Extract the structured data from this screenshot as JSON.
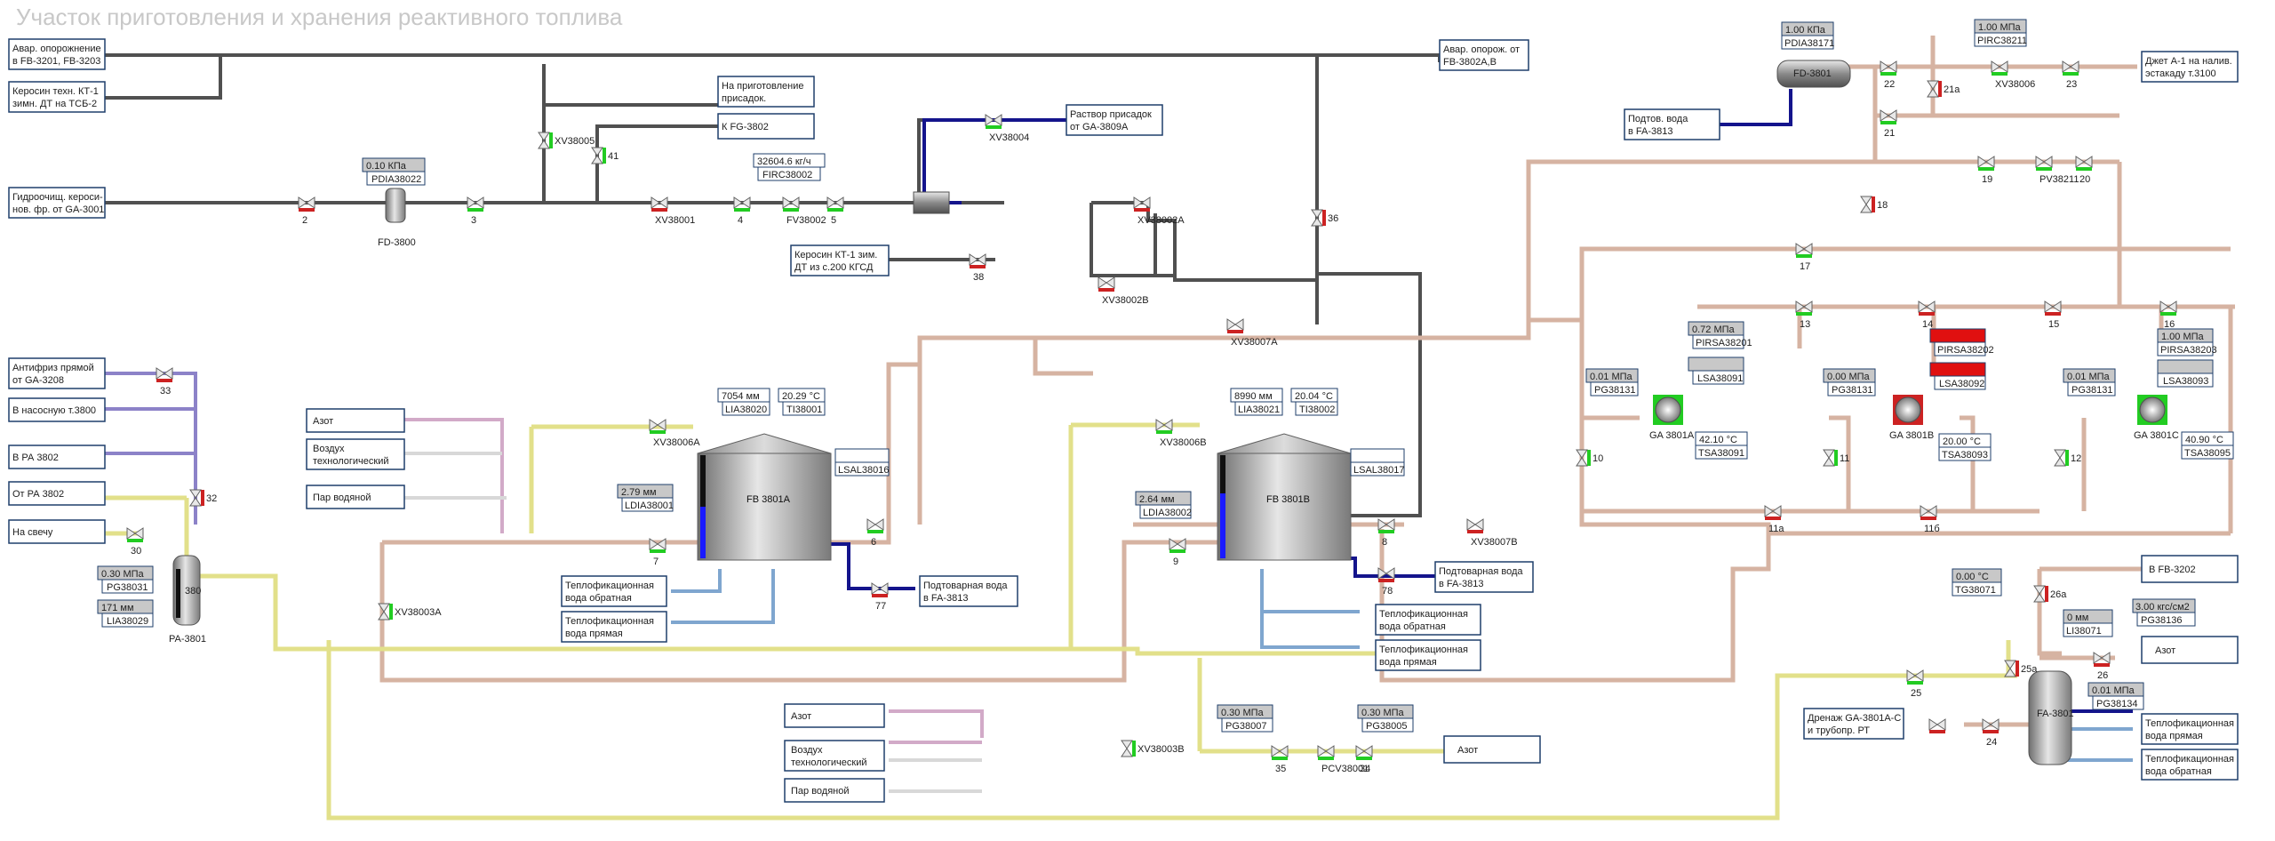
{
  "title": "Участок приготовления и хранения реактивного топлива",
  "colors": {
    "dark_pipe": "#505050",
    "salmon_pipe": "#d6b3a2",
    "yellow_pipe": "#e2e08a",
    "navy_pipe": "#14148c",
    "blue_pipe": "#7fa6cf",
    "alarm": "#e01010",
    "valve_ok": "#22cc22",
    "valve_closed": "#cc2222"
  },
  "boxes": {
    "avar_fb3201_l1": "Авар. опорожнение",
    "avar_fb3201_l2": "в FB-3201, FB-3203",
    "kerosin_kt1_l1": "Керосин техн. КТ-1",
    "kerosin_kt1_l2": "зимн. ДТ на ТСБ-2",
    "hydro_l1": "Гидроочищ. кероси-",
    "hydro_l2": "нов. фр. от GA-3001",
    "prisad_l1": "На приготовление",
    "prisad_l2": "присадок.",
    "k_fg3802": "К FG-3802",
    "rastvor_l1": "Раствор присадок",
    "rastvor_l2": "от GA-3809А",
    "avar_from_l1": "Авар. опорож. от",
    "avar_from_l2": "FB-3802A,B",
    "kerosin200_l1": "Керосин КТ-1 зим.",
    "kerosin200_l2": "ДТ из с.200 КГСД",
    "antifriz_l1": "Антифриз прямой",
    "antifriz_l2": "от GA-3208",
    "nasos3800": "В насосную т.3800",
    "pa3802": "В РА 3802",
    "ot_pa3802": "От РА 3802",
    "svecha": "На свечу",
    "azot_a": "Азот",
    "air_a_l1": "Воздух",
    "air_a_l2": "технологический",
    "steam_a": "Пар водяной",
    "teplo_a1_l1": "Теплофикационная",
    "teplo_a1_l2": "вода обратная",
    "teplo_a2_l1": "Теплофикационная",
    "teplo_a2_l2": "вода прямая",
    "podtov_a_l1": "Подтоварная вода",
    "podtov_a_l2": "в FA-3813",
    "azot_b": "Азот",
    "air_b_l1": "Воздух",
    "air_b_l2": "технологический",
    "steam_b": "Пар водяной",
    "podtov_b_l1": "Подтоварная вода",
    "podtov_b_l2": "в FA-3813",
    "teplo_b1_l1": "Теплофикационная",
    "teplo_b1_l2": "вода обратная",
    "teplo_b2_l1": "Теплофикационная",
    "teplo_b2_l2": "вода прямая",
    "azot_pcv": "Азот",
    "podtov_fd_l1": "Подтов. вода",
    "podtov_fd_l2": "в FA-3813",
    "jet_l1": "Джет А-1 на налив.",
    "jet_l2": "эстакаду т.3100",
    "fb3202": "В FB-3202",
    "azot_fa": "Азот",
    "drenazh_l1": "Дренаж GA-3801A-C",
    "drenazh_l2": "и трубопр. РТ",
    "teplo_fa1_l1": "Теплофикационная",
    "teplo_fa1_l2": "вода прямая",
    "teplo_fa2_l1": "Теплофикационная",
    "teplo_fa2_l2": "вода обратная"
  },
  "instruments": {
    "pdia38022_val": "0.10 КПа",
    "pdia38022_tag": "PDIA38022",
    "firc38002_val": "32604.6 кг/ч",
    "firc38002_tag": "FIRC38002",
    "pg38031_val": "0.30 МПа",
    "pg38031_tag": "PG38031",
    "lia38029_val": "171 мм",
    "lia38029_tag": "LIA38029",
    "lia38020_val": "7054 мм",
    "lia38020_tag": "LIA38020",
    "ti38001_val": "20.29 °С",
    "ti38001_tag": "TI38001",
    "ldia38001_val": "2.79 мм",
    "ldia38001_tag": "LDIA38001",
    "lsal38016_tag": "LSAL38016",
    "lia38021_val": "8990 мм",
    "lia38021_tag": "LIA38021",
    "ti38002_val": "20.04 °С",
    "ti38002_tag": "TI38002",
    "ldia38002_val": "2.64 мм",
    "ldia38002_tag": "LDIA38002",
    "lsal38017_tag": "LSAL38017",
    "pg38007_val": "0.30 МПа",
    "pg38007_tag": "PG38007",
    "pg38005_val": "0.30 МПа",
    "pg38005_tag": "PG38005",
    "pdia38171_val": "1.00 КПа",
    "pdia38171_tag": "PDIA38171",
    "pirc38211_val": "1.00 МПа",
    "pirc38211_tag": "PIRC38211",
    "pirsa38201_val": "0.72 МПа",
    "pirsa38201_tag": "PIRSA38201",
    "lsa38091_tag": "LSA38091",
    "pirsa38202_tag": "PIRSA38202",
    "lsa38092_tag": "LSA38092",
    "pirsa38203_val": "1.00 МПа",
    "pirsa38203_tag": "PIRSA38203",
    "lsa38093_tag": "LSA38093",
    "pg38131a_val": "0.01 МПа",
    "pg38131a_tag": "PG38131",
    "pg38131b_val": "0.00 МПа",
    "pg38131b_tag": "PG38131",
    "pg38131c_val": "0.01 МПа",
    "pg38131c_tag": "PG38131",
    "tsa38091_val": "42.10 °С",
    "tsa38091_tag": "TSA38091",
    "tsa38093_val": "20.00 °С",
    "tsa38093_tag": "TSA38093",
    "tsa38095_val": "40.90 °С",
    "tsa38095_tag": "TSA38095",
    "tg38071_val": "0.00 °С",
    "tg38071_tag": "TG38071",
    "li38071_val": "0 мм",
    "li38071_tag": "LI38071",
    "pg38136_val": "3.00 кгс/см2",
    "pg38136_tag": "PG38136",
    "pg38134_val": "0.01 МПа",
    "pg38134_tag": "PG38134"
  },
  "equipment": {
    "fd3800": "FD-3800",
    "fd3801_body": "FD-3801",
    "fb3801a": "FB 3801A",
    "fb3801b": "FB 3801B",
    "fa3801": "FA-3801",
    "pa3801": "PA-3801",
    "pa3801_body": "380",
    "ga3801a": "GA 3801A",
    "ga3801b": "GA 3801B",
    "ga3801c": "GA 3801C"
  },
  "valves": {
    "v2": "2",
    "v3": "3",
    "v4": "4",
    "v5": "5",
    "v6": "6",
    "v7": "7",
    "v8": "8",
    "v9": "9",
    "v77": "77",
    "v78": "78",
    "v30": "30",
    "v32": "32",
    "v33": "33",
    "v34": "34",
    "v35": "35",
    "v36": "36",
    "v38": "38",
    "v41": "41",
    "v10": "10",
    "v11": "11",
    "v11a": "11а",
    "v11b": "11б",
    "v12": "12",
    "v13": "13",
    "v14": "14",
    "v15": "15",
    "v16": "16",
    "v17": "17",
    "v18": "18",
    "v19": "19",
    "v20": "20",
    "v21": "21",
    "v21a": "21а",
    "v22": "22",
    "v23": "23",
    "v24": "24",
    "v25": "25",
    "v25a": "25а",
    "v26": "26",
    "v26a": "26а",
    "xv38001": "XV38001",
    "xv38002a": "XV38002A",
    "xv38002b": "XV38002B",
    "xv38003a": "XV38003A",
    "xv38003b": "XV38003B",
    "xv38004": "XV38004",
    "xv38005": "XV38005",
    "xv38006": "XV38006",
    "xv38006a": "XV38006A",
    "xv38006b": "XV38006B",
    "xv38007a": "XV38007A",
    "xv38007b": "XV38007B",
    "fv38002": "FV38002",
    "pv38211": "PV38211",
    "pcv38001": "PCV38001"
  }
}
